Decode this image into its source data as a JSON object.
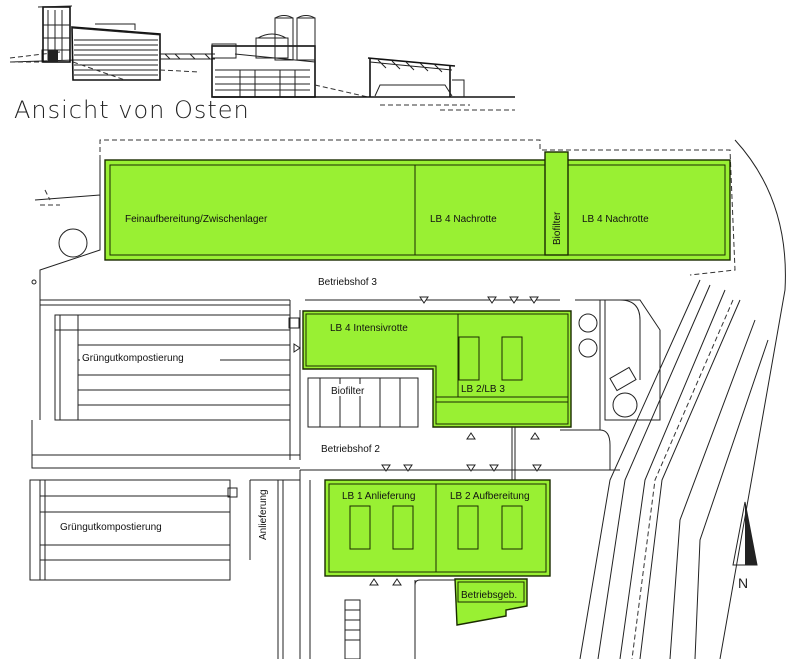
{
  "elevation": {
    "title": "Ansicht von Osten"
  },
  "plan": {
    "areas": {
      "feinaufbereitung": "Feinaufbereitung/Zwischenlager",
      "lb4_nachrotte_1": "LB 4 Nachrotte",
      "biofilter_top": "Biofilter",
      "lb4_nachrotte_2": "LB 4 Nachrotte",
      "betriebshof3": "Betriebshof 3",
      "lb4_intensivrotte": "LB 4 Intensivrotte",
      "lb2_lb3": "LB 2/LB 3",
      "biofilter_mid": "Biofilter",
      "betriebshof2": "Betriebshof 2",
      "gruengut_upper": "Grüngutkompostierung",
      "gruengut_lower": "Grüngutkompostierung",
      "anlieferung": "Anlieferung",
      "lb1_anlieferung": "LB 1 Anlieferung",
      "lb2_aufbereitung": "LB 2 Aufbereitung",
      "betriebsgeb": "Betriebsgeb."
    },
    "north_label": "N",
    "highlight_color": "#99f033"
  }
}
